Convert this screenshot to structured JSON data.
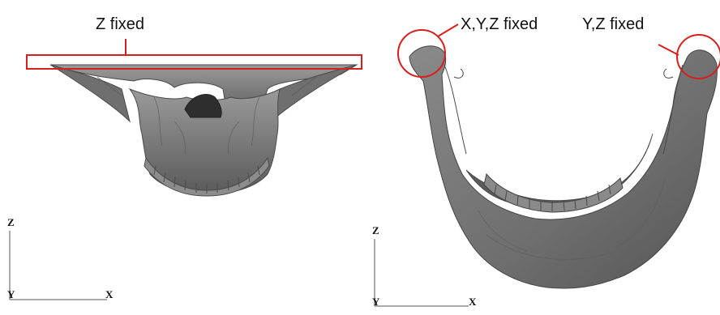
{
  "annotations": {
    "upper_constraint": "Z fixed",
    "left_condyle_constraint": "X,Y,Z fixed",
    "right_condyle_constraint": "Y,Z fixed"
  },
  "axes": {
    "left": {
      "z": "Z",
      "y": "Y",
      "x": "X"
    },
    "right": {
      "z": "Z",
      "y": "Y",
      "x": "X"
    }
  },
  "colors": {
    "bone": "#7a7a7a",
    "bone_dark": "#4a4a4a",
    "bone_light": "#a8a8a8",
    "constraint_marker": "#d62020",
    "axis_line": "#555555"
  }
}
